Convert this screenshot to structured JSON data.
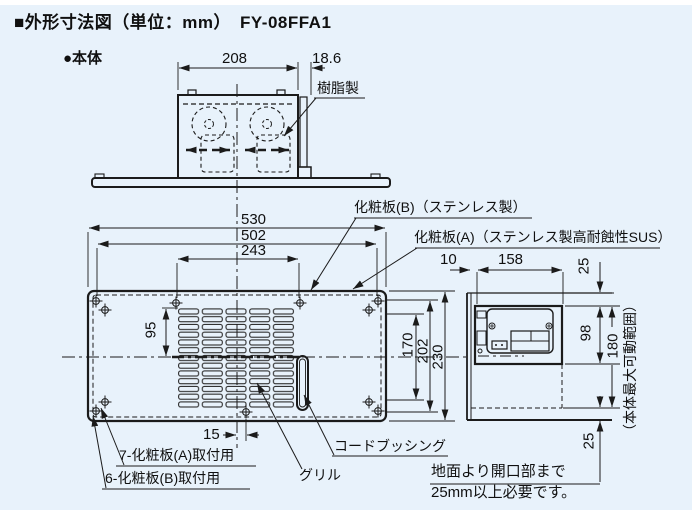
{
  "title": "■外形寸法図（単位：mm）　FY-08FFA1",
  "body_section_label": "●本体",
  "top_view": {
    "width_mm": "208",
    "depth_mm": "18.6",
    "resin_label": "樹脂製"
  },
  "front_view": {
    "width_mm": "530",
    "plate_b_hole_pitch_mm": "502",
    "grille_width_mm": "243",
    "grille_offset_mm": "95",
    "hole_offset_mm": "15",
    "height_inner_mm": "170",
    "height_mid_mm": "202",
    "height_mm": "230",
    "plate_b_label": "化粧板(B)（ステンレス製）",
    "plate_a_label": "化粧板(A)（ステンレス製高耐蝕性SUS）",
    "mount_a_label": "7-化粧板(A)取付用",
    "mount_b_label": "6-化粧板(B)取付用",
    "grille_label": "グリル",
    "cord_bushing_label": "コードブッシング"
  },
  "side_view": {
    "gap_mm": "10",
    "depth_mm": "158",
    "top_clearance_mm": "25",
    "unit_height_mm": "98",
    "movable_range_mm": "180",
    "bottom_clearance_mm": "25",
    "movable_range_label": "（本体最大可動範囲）",
    "note_line1": "地面より開口部まで",
    "note_line2": "25mm以上必要です。"
  },
  "colors": {
    "background": "#e8f2fb",
    "line": "#1b1b1b"
  }
}
